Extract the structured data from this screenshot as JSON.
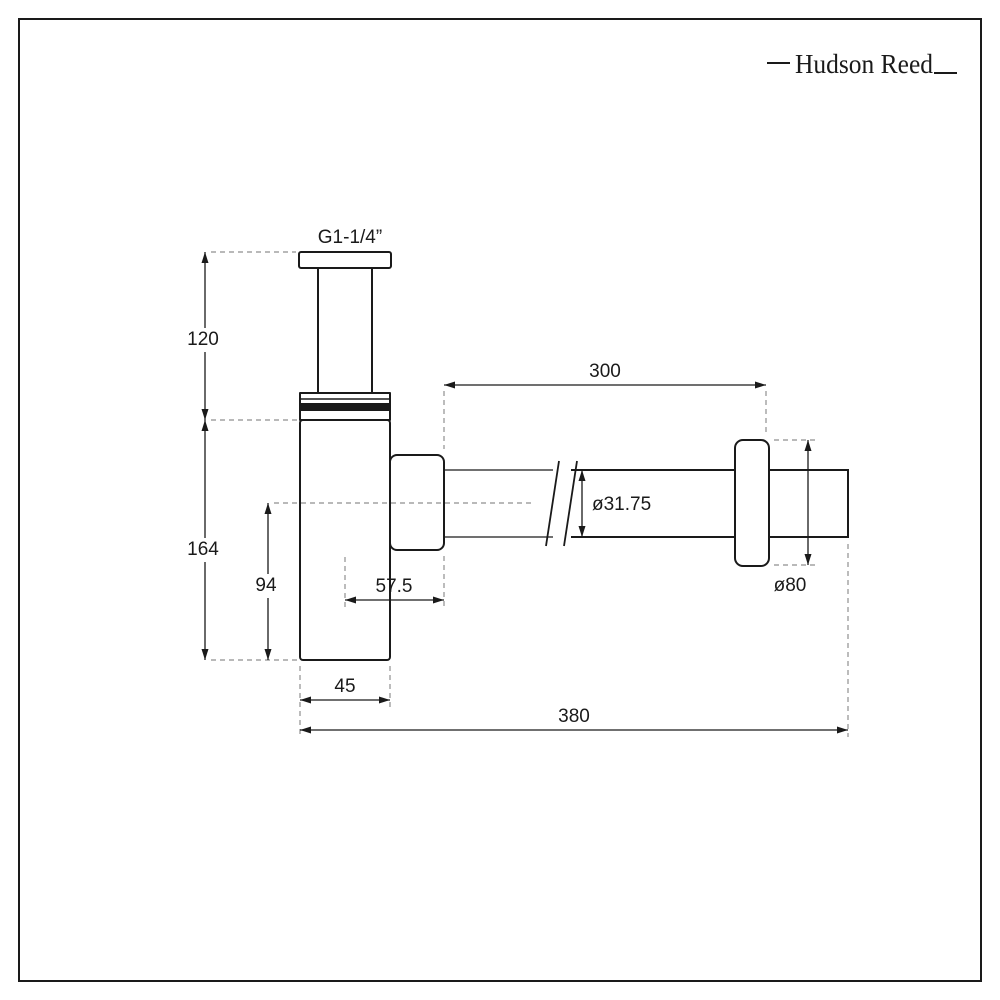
{
  "brand": {
    "name": "Hudson Reed"
  },
  "product_drawing": {
    "thread_label": "G1-1/4”",
    "dim_inlet_height": "120",
    "dim_body_height": "164",
    "dim_centre_to_base": "94",
    "dim_centre_to_outlet": "57.5",
    "dim_body_width": "45",
    "dim_pipe_length": "300",
    "dim_pipe_diameter": "ø31.75",
    "dim_flange_diameter": "ø80",
    "dim_overall_length": "380"
  },
  "colors": {
    "line": "#1a1a1a",
    "extension_line": "#8f8f8f",
    "background": "#ffffff"
  }
}
